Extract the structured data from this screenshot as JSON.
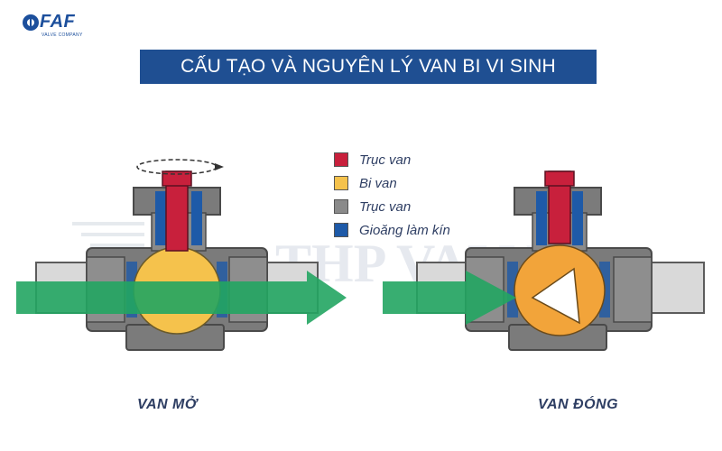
{
  "logo": {
    "text": "FAF",
    "subtext": "VALVE COMPANY"
  },
  "title": "CẤU TẠO VÀ NGUYÊN LÝ VAN BI VI SINH",
  "watermark": "THP VALVE",
  "legend": [
    {
      "label": "Trục van",
      "color": "#c8203c"
    },
    {
      "label": "Bi van",
      "color": "#f5c24c"
    },
    {
      "label": "Trục van",
      "color": "#8a8a8a"
    },
    {
      "label": "Gioăng làm kín",
      "color": "#1e5aa8"
    }
  ],
  "captions": {
    "open": "VAN MỞ",
    "closed": "VAN ĐÓNG"
  },
  "colors": {
    "title_bg": "#1f4f92",
    "arrow": "#22a562",
    "pipe": "#d8d8d8",
    "body": "#7b7b7b"
  }
}
